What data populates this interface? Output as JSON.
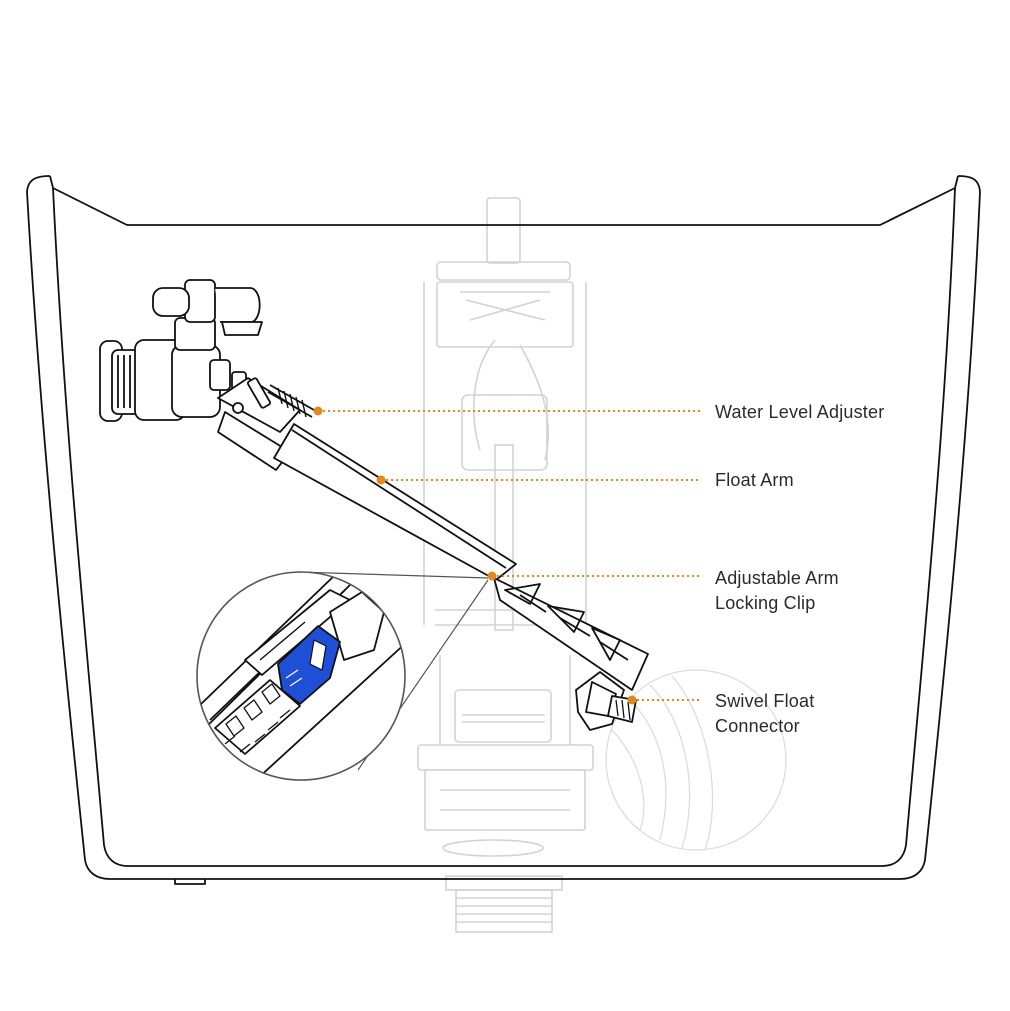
{
  "labels": {
    "water_level_adjuster": "Water Level Adjuster",
    "float_arm": "Float Arm",
    "locking_clip": [
      "Adjustable Arm",
      "Locking Clip"
    ],
    "swivel_connector": [
      "Swivel Float",
      "Connector"
    ]
  },
  "colors": {
    "leader": "#e08a1e",
    "outline": "#111111",
    "ghost": "#d2d2d2",
    "clip_highlight": "#1f4fd6"
  }
}
